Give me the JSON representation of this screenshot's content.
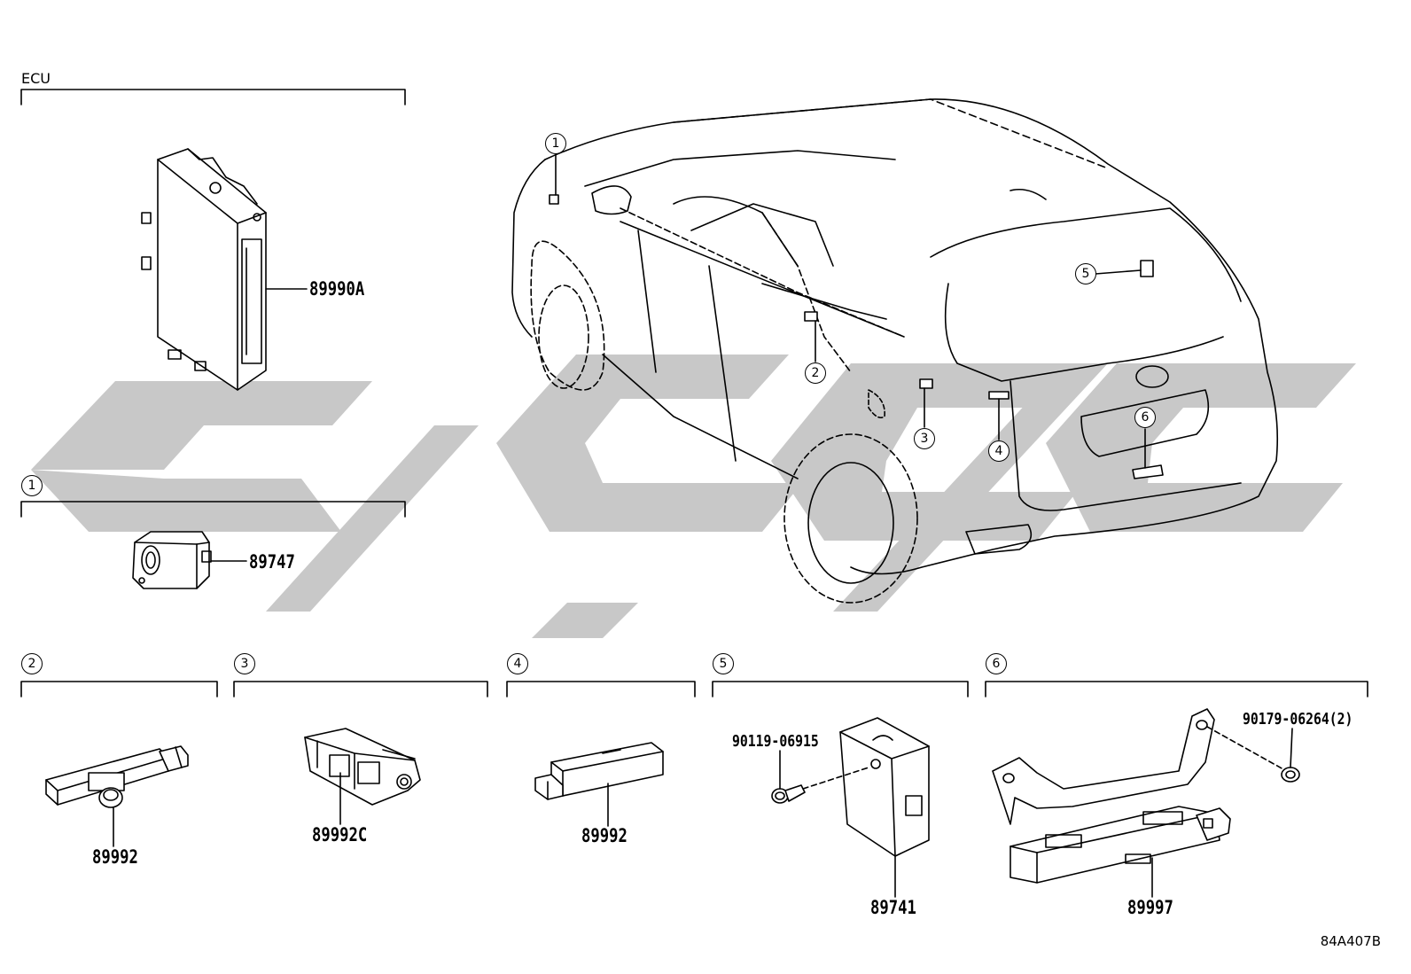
{
  "header": {
    "ecu_title": "ECU"
  },
  "callouts": [
    "1",
    "2",
    "3",
    "4",
    "5",
    "6"
  ],
  "parts": {
    "ecu": "89990A",
    "g1": "89747",
    "g2": "89992",
    "g3": "89992C",
    "g4": "89992",
    "g5_main": "89741",
    "g5_bolt": "90119-06915",
    "g6_main": "89997",
    "g6_nut": "90179-06264(2)"
  },
  "drawing_ref": "84A407B",
  "colors": {
    "line": "#000000",
    "watermark": "#c8c8c8"
  }
}
